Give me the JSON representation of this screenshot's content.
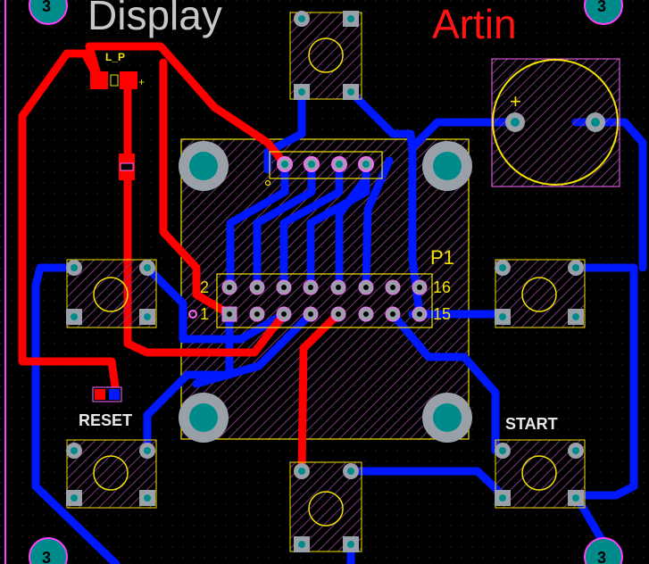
{
  "board": {
    "title_left": "Display",
    "title_right": "Artin",
    "connector": {
      "ref": "P1",
      "pin_top_left": "2",
      "pin_bottom_left": "1",
      "pin_top_right": "16",
      "pin_bottom_right": "15"
    },
    "buttons": {
      "reset_label": "RESET",
      "start_label": "START"
    },
    "led": {
      "ref": "L_P",
      "plus": "+"
    },
    "buzzer": {
      "plus": "+"
    },
    "mounting_holes": [
      "3",
      "3",
      "3",
      "3"
    ]
  },
  "colors": {
    "background": "#000000",
    "top_copper": "#ff0000",
    "bottom_copper": "#0000ff",
    "silkscreen": "#f2e300",
    "pad": "#9aa0a8",
    "via": "#008b8b",
    "mask": "#ff66ff"
  }
}
